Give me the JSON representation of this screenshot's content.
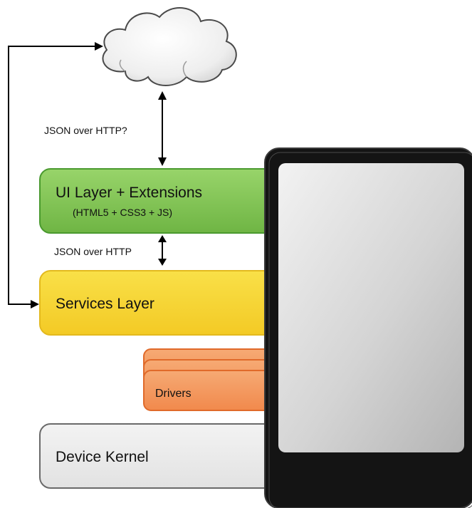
{
  "connections": {
    "cloud_to_ui": "JSON over HTTP?",
    "ui_to_services": "JSON over HTTP"
  },
  "layers": {
    "ui": {
      "title": "UI Layer + Extensions",
      "subtitle": "(HTML5 + CSS3 + JS)"
    },
    "services": {
      "title": "Services Layer"
    },
    "drivers": {
      "title": "Drivers"
    },
    "kernel": {
      "title": "Device Kernel"
    }
  },
  "colors": {
    "ui_fill": "#86c65a",
    "ui_border": "#4a9a2f",
    "services_fill": "#f7d73a",
    "services_border": "#e3b91e",
    "drivers_fill": "#f49d62",
    "drivers_border": "#e06a2a",
    "kernel_fill": "#ebebeb",
    "kernel_border": "#6a6a6a",
    "device_body": "#111111",
    "cloud_fill": "#f2f2f2"
  }
}
